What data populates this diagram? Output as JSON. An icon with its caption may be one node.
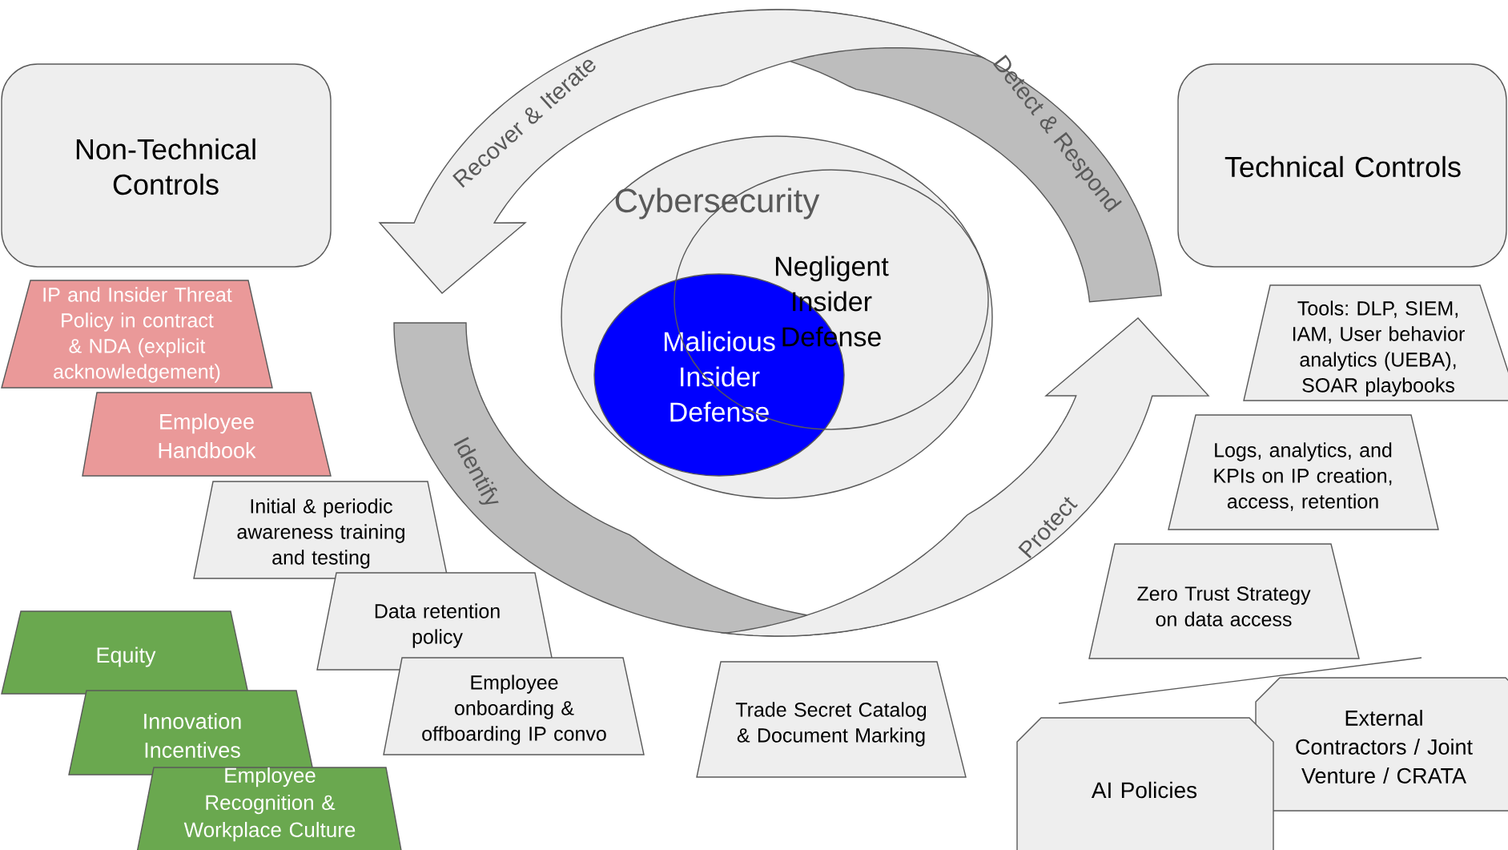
{
  "diagram": {
    "nodes": [
      {
        "text": [
          "Non-Technical Controls"
        ]
      },
      {
        "text": [
          "Technical Controls"
        ]
      },
      {
        "text": [
          "Cybersecurity"
        ]
      },
      {
        "text": [
          "Negligent Insider Defense"
        ],
        "in": 2
      },
      {
        "text": [
          "Malicious Insider Defense"
        ],
        "in": 2
      },
      {
        "text": [
          "IP and Insider Threat Policy in contract & NDA (explicit acknowledgement)"
        ]
      },
      {
        "text": [
          "Employee Handbook"
        ]
      },
      {
        "text": [
          "Initial & periodic awareness training and testing"
        ]
      },
      {
        "text": [
          "Data retention policy"
        ]
      },
      {
        "text": [
          "Employee onboarding & offboarding IP convo"
        ]
      },
      {
        "text": [
          "Equity"
        ]
      },
      {
        "text": [
          "Innovation Incentives"
        ]
      },
      {
        "text": [
          "Employee Recognition & Workplace Culture"
        ]
      },
      {
        "text": [
          "Trade Secret Catalog & Document Marking"
        ]
      },
      {
        "text": [
          "Tools: DLP, SIEM, IAM, User behavior analytics (UEBA), SOAR playbooks"
        ]
      },
      {
        "text": [
          "Logs, analytics, and KPIs on IP creation, access, retention"
        ]
      },
      {
        "text": [
          "Zero Trust Strategy on data access"
        ]
      },
      {
        "text": [
          "AI Policies"
        ]
      },
      {
        "text": [
          "External Contractors / Joint Venture / CRATA"
        ]
      },
      {
        "text": [
          "Recover & Iterate"
        ]
      },
      {
        "text": [
          "Detect & Respond"
        ]
      },
      {
        "text": [
          "Identify"
        ]
      },
      {
        "text": [
          "Protect"
        ]
      }
    ]
  }
}
